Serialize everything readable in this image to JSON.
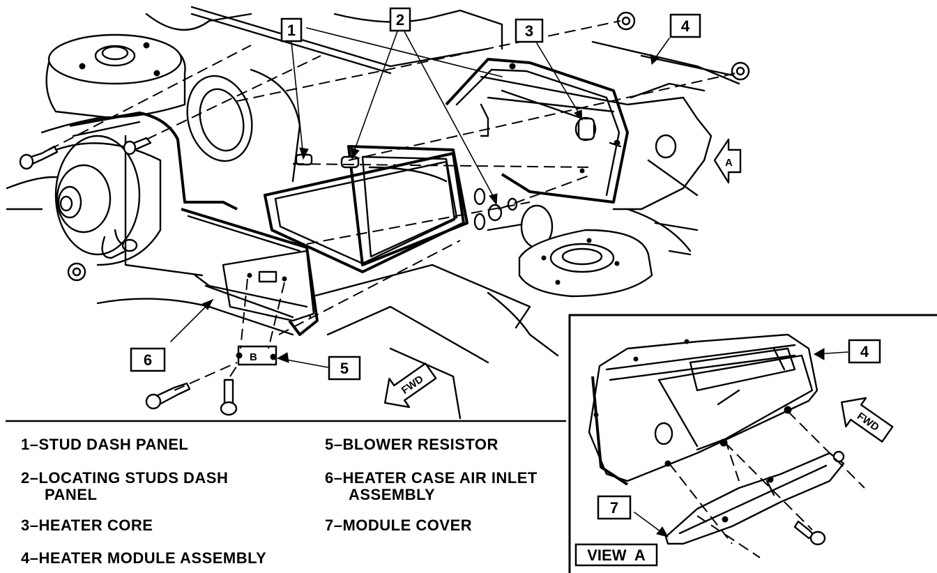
{
  "callouts": {
    "c1": "1",
    "c2": "2",
    "c3": "3",
    "c4": "4",
    "c5": "5",
    "c6": "6",
    "inset_c4": "4",
    "inset_c7": "7"
  },
  "legend": {
    "item1": "1–STUD DASH PANEL",
    "item2_line1": "2–LOCATING STUDS DASH",
    "item2_line2": "PANEL",
    "item3": "3–HEATER CORE",
    "item4": "4–HEATER MODULE ASSEMBLY",
    "item5": "5–BLOWER RESISTOR",
    "item6_line1": "6–HEATER CASE AIR INLET",
    "item6_line2": "ASSEMBLY",
    "item7": "7–MODULE COVER"
  },
  "markers": {
    "view_a_arrow": "A",
    "fwd_main": "FWD",
    "fwd_inset": "FWD",
    "view_a_label": "VIEW  A"
  },
  "colors": {
    "ink": "#000000",
    "paper": "#ffffff"
  }
}
